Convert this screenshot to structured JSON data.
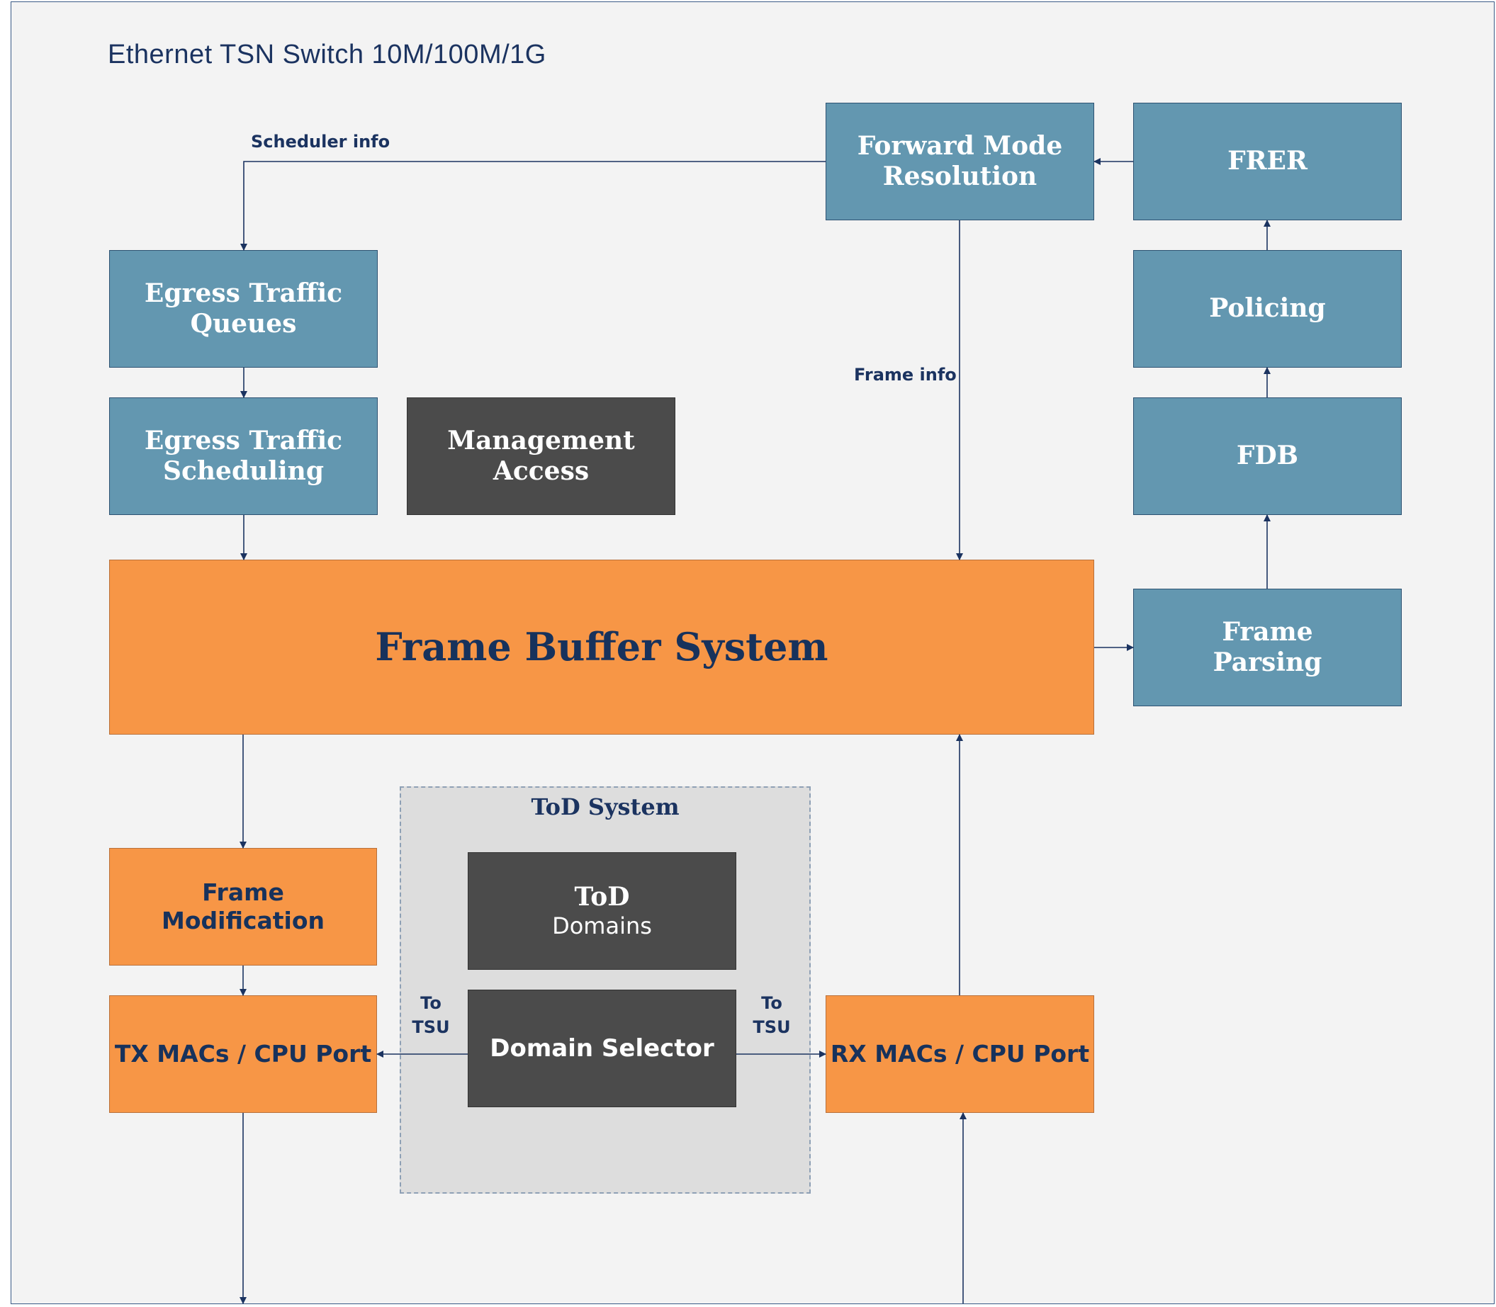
{
  "title": "Ethernet TSN Switch 10M/100M/1G",
  "blocks": {
    "forward_mode_resolution": [
      "Forward Mode",
      "Resolution"
    ],
    "frer": "FRER",
    "policing": "Policing",
    "fdb": "FDB",
    "frame_parsing": [
      "Frame",
      "Parsing"
    ],
    "egress_traffic_queues": [
      "Egress Traffic",
      "Queues"
    ],
    "egress_traffic_scheduling": [
      "Egress Traffic",
      "Scheduling"
    ],
    "management_access": [
      "Management",
      "Access"
    ],
    "frame_buffer_system": "Frame Buffer System",
    "frame_modification": [
      "Frame",
      "Modification"
    ],
    "tx_macs": "TX MACs / CPU Port",
    "rx_macs": "RX MACs / CPU Port",
    "tod_system": "ToD System",
    "tod_domains": [
      "ToD",
      "Domains"
    ],
    "domain_selector": "Domain Selector"
  },
  "labels": {
    "scheduler_info": "Scheduler info",
    "frame_info": "Frame info",
    "to_tsu_left": [
      "To",
      "TSU"
    ],
    "to_tsu_right": [
      "To",
      "TSU"
    ]
  },
  "colors": {
    "blue_block": "#6397b0",
    "dark_block": "#4b4b4b",
    "orange_block": "#f79646",
    "text_navy": "#1b3360",
    "tod_group": "#dddddd"
  }
}
